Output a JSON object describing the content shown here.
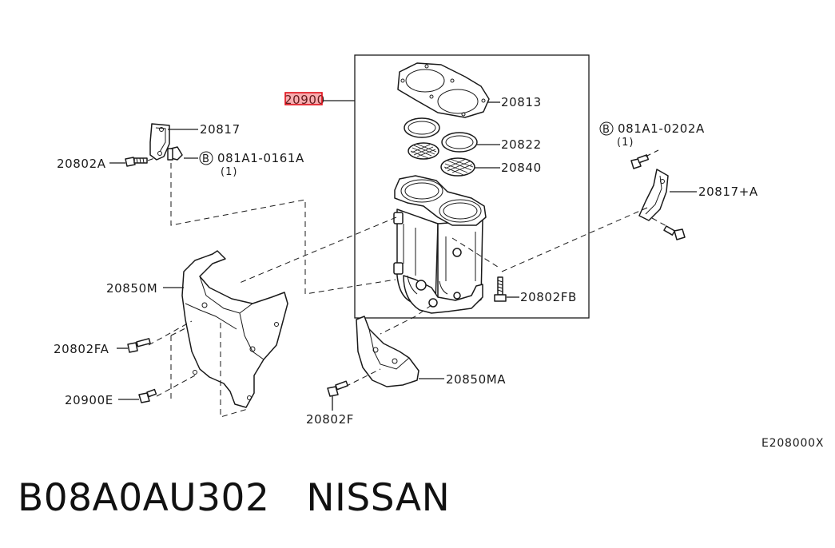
{
  "diagram": {
    "highlighted_label": "20900",
    "labels": {
      "p20813": "20813",
      "p20822": "20822",
      "p20840": "20840",
      "p20817": "20817",
      "p20802A": "20802A",
      "b_left_code": "081A1-0161A",
      "b_left_qty": "(1)",
      "b_right_code": "081A1-0202A",
      "b_right_qty": "(1)",
      "p20817A": "20817+A",
      "p20850M": "20850M",
      "p20802FB": "20802FB",
      "p20802FA": "20802FA",
      "p20850MA": "20850MA",
      "p20900E": "20900E",
      "p20802F": "20802F",
      "bolt_symbol": "B"
    },
    "reference_code": "E208000X"
  },
  "footer": {
    "part_code": "B08A0AU302",
    "brand": "NISSAN"
  },
  "colors": {
    "highlight": "#e0101a",
    "line": "#1a1a1a"
  }
}
